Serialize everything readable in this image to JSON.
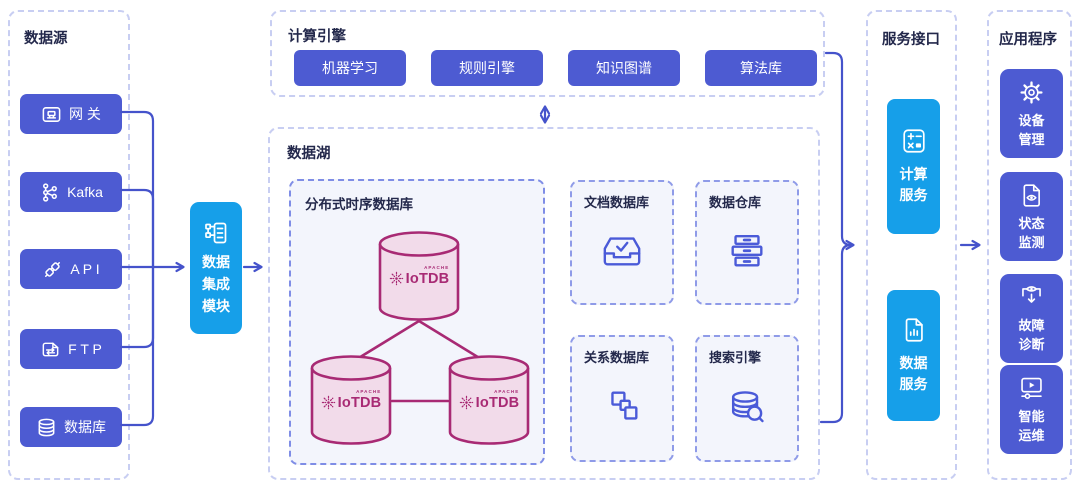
{
  "colors": {
    "accent_indigo": "#4d5bd2",
    "accent_blue": "#169fe9",
    "arrow_blue": "#4553cb",
    "panel_border": "#c8cef2",
    "inner_border": "#8f9be8",
    "iotdb_magenta": "#a82a74",
    "cylinder_fill": "#f2dbea",
    "title_text": "#23284b",
    "inner_bg": "#f3f5fc"
  },
  "data_sources": {
    "title": "数据源",
    "items": [
      {
        "label": "网 关",
        "icon": "gateway-icon"
      },
      {
        "label": "Kafka",
        "icon": "kafka-icon"
      },
      {
        "label": "A P I",
        "icon": "api-plug-icon"
      },
      {
        "label": "F T P",
        "icon": "file-transfer-icon"
      },
      {
        "label": "数据库",
        "icon": "database-icon"
      }
    ]
  },
  "integration_module": {
    "line1": "数据",
    "line2": "集成",
    "line3": "模块",
    "icon": "integration-list-icon"
  },
  "compute_engine": {
    "title": "计算引擎",
    "items": [
      {
        "label": "机器学习"
      },
      {
        "label": "规则引擎"
      },
      {
        "label": "知识图谱"
      },
      {
        "label": "算法库"
      }
    ]
  },
  "data_lake": {
    "title": "数据湖",
    "tsdb": {
      "title": "分布式时序数据库",
      "logo": {
        "apache": "APACHE",
        "name": "IoTDB",
        "icon": "iotdb-starburst-icon"
      }
    },
    "stores": [
      {
        "label": "文档数据库",
        "icon": "inbox-check-icon"
      },
      {
        "label": "数据仓库",
        "icon": "drawers-icon"
      },
      {
        "label": "关系数据库",
        "icon": "linked-squares-icon"
      },
      {
        "label": "搜索引擎",
        "icon": "database-search-icon"
      }
    ]
  },
  "service_interface": {
    "title": "服务接口",
    "items": [
      {
        "line1": "计算",
        "line2": "服务",
        "icon": "calculator-icon"
      },
      {
        "line1": "数据",
        "line2": "服务",
        "icon": "doc-chart-icon"
      }
    ]
  },
  "applications": {
    "title": "应用程序",
    "items": [
      {
        "line1": "设备",
        "line2": "管理",
        "icon": "gear-icon"
      },
      {
        "line1": "状态",
        "line2": "监测",
        "icon": "doc-eye-icon"
      },
      {
        "line1": "故障",
        "line2": "诊断",
        "icon": "eye-funnel-icon"
      },
      {
        "line1": "智能",
        "line2": "运维",
        "icon": "screen-play-icon"
      }
    ]
  }
}
